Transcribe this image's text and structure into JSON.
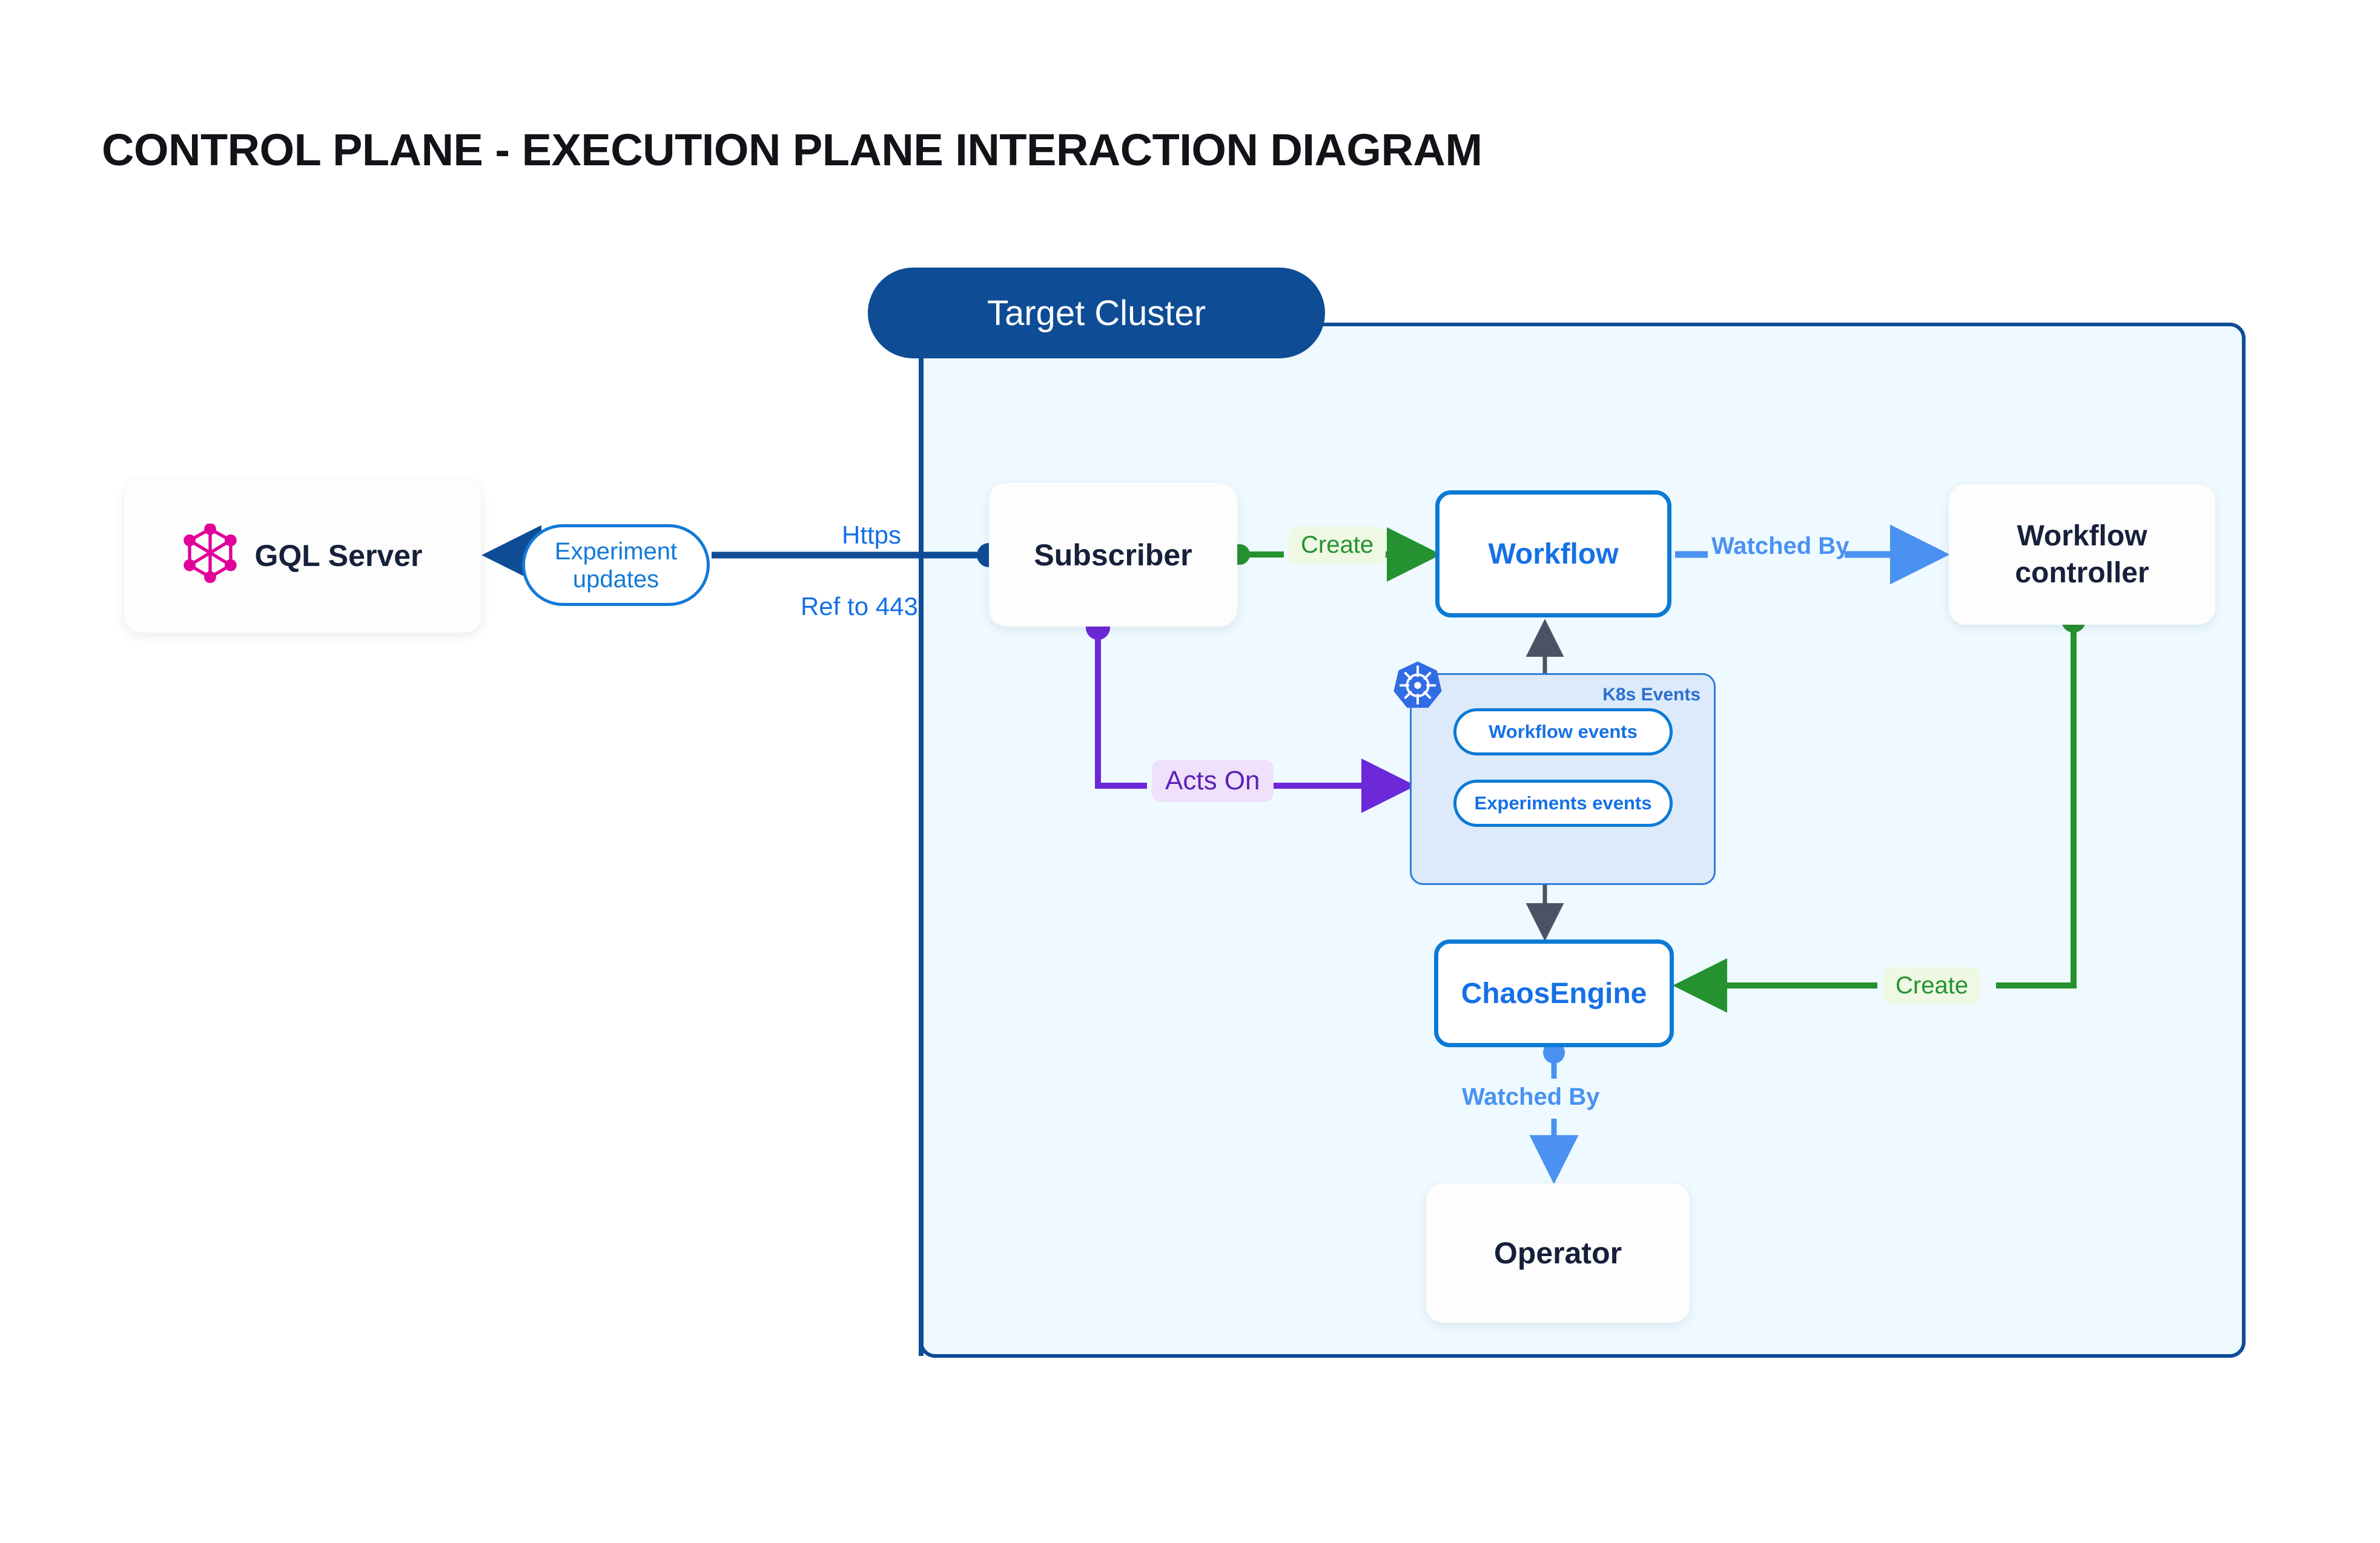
{
  "title": "CONTROL PLANE - EXECUTION PLANE INTERACTION DIAGRAM",
  "cluster": {
    "label": "Target Cluster"
  },
  "nodes": {
    "gql_server": "GQL Server",
    "subscriber": "Subscriber",
    "workflow": "Workflow",
    "workflow_controller": "Workflow controller",
    "chaos_engine": "ChaosEngine",
    "operator": "Operator"
  },
  "k8s_group": {
    "title": "K8s Events",
    "icon": "kubernetes-icon",
    "events": [
      "Workflow events",
      "Experiments events"
    ]
  },
  "edges": {
    "experiment_updates": "Experiment updates",
    "https": "Https",
    "ref_to_443": "Ref to 443",
    "create_subscriber_workflow": "Create",
    "watched_by_workflow_controller": "Watched By",
    "create_controller_chaosengine": "Create",
    "acts_on": "Acts On",
    "watched_by_operator": "Watched By"
  },
  "icons": {
    "graphql": "graphql-icon",
    "kubernetes": "kubernetes-icon"
  },
  "colors": {
    "cluster_border": "#0f4c96",
    "cluster_fill": "#eefaff",
    "node_text": "#16203a",
    "accent_blue": "#0b7ad4",
    "light_blue": "#4a91f2",
    "green": "#25922f",
    "purple": "#5b21b6",
    "graphql_pink": "#e10098",
    "k8s_blue": "#326ce5"
  }
}
